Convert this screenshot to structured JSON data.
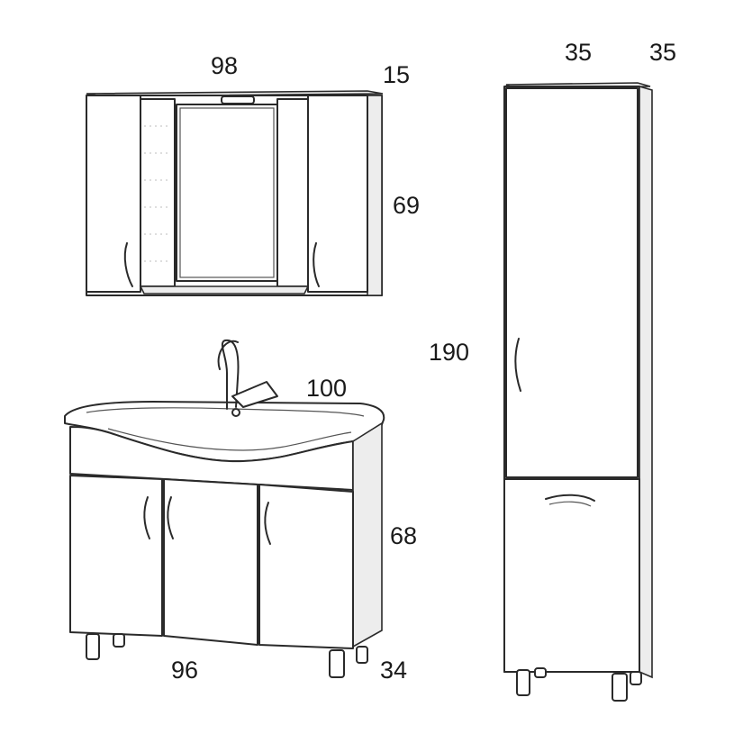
{
  "dimensions": {
    "mirror_cabinet": {
      "width": "98",
      "depth": "15",
      "height": "69"
    },
    "sink": {
      "width": "100"
    },
    "vanity": {
      "height": "68",
      "width": "96",
      "depth": "34"
    },
    "tall_cabinet": {
      "width": "35",
      "depth": "35",
      "height": "190"
    }
  }
}
